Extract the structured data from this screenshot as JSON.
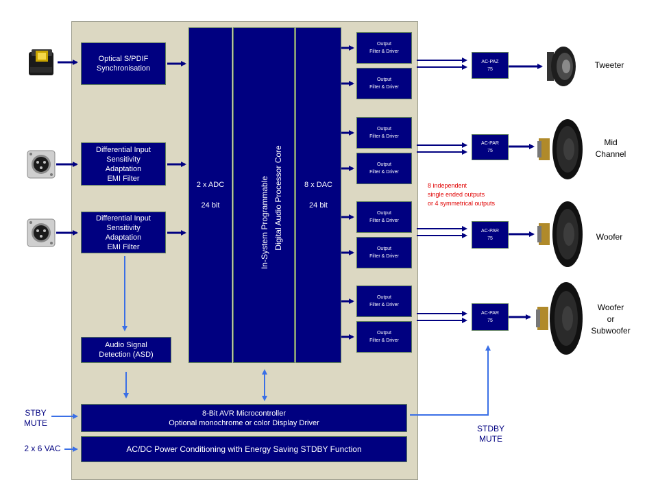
{
  "blocks": {
    "optical": "Optical S/PDIF\nSynchronisation",
    "diff1": "Differential Input\nSensitivity\nAdaptation\nEMI Filter",
    "diff2": "Differential Input\nSensitivity\nAdaptation\nEMI Filter",
    "asd": "Audio Signal\nDetection (ASD)",
    "adc_line1": "2 x ADC",
    "adc_line2": "24 bit",
    "dsp_line1": "In-System Programmable",
    "dsp_line2": "Digital Audio Processor Core",
    "dac_line1": "8 x DAC",
    "dac_line2": "24 bit",
    "avr": "8-Bit AVR Microcontroller\nOptional monochrome or color Display Driver",
    "power": "AC/DC Power Conditioning with Energy Saving STDBY Function"
  },
  "output_filters": [
    "Output\nFilter & Driver",
    "Output\nFilter & Driver",
    "Output\nFilter & Driver",
    "Output\nFilter & Driver",
    "Output\nFilter & Driver",
    "Output\nFilter & Driver",
    "Output\nFilter & Driver",
    "Output\nFilter & Driver"
  ],
  "amplifiers": [
    "AC-PAZ\n75",
    "AC-PAR\n75",
    "AC-PAR\n75",
    "AC-PAR\n75"
  ],
  "speakers": [
    "Tweeter",
    "Mid\nChannel",
    "Woofer",
    "Woofer\nor\nSubwoofer"
  ],
  "note": "8 independent\nsingle ended outputs\nor 4 symmetrical outputs",
  "inputs": {
    "stby_left": "STBY\nMUTE",
    "vac": "2 x 6 VAC",
    "stby_right": "STDBY\nMUTE"
  },
  "colors": {
    "block": "#000080",
    "board": "#dcd8c2",
    "arrow_dark": "#000080",
    "arrow_light": "#3a6fe6",
    "note": "#e00000"
  }
}
